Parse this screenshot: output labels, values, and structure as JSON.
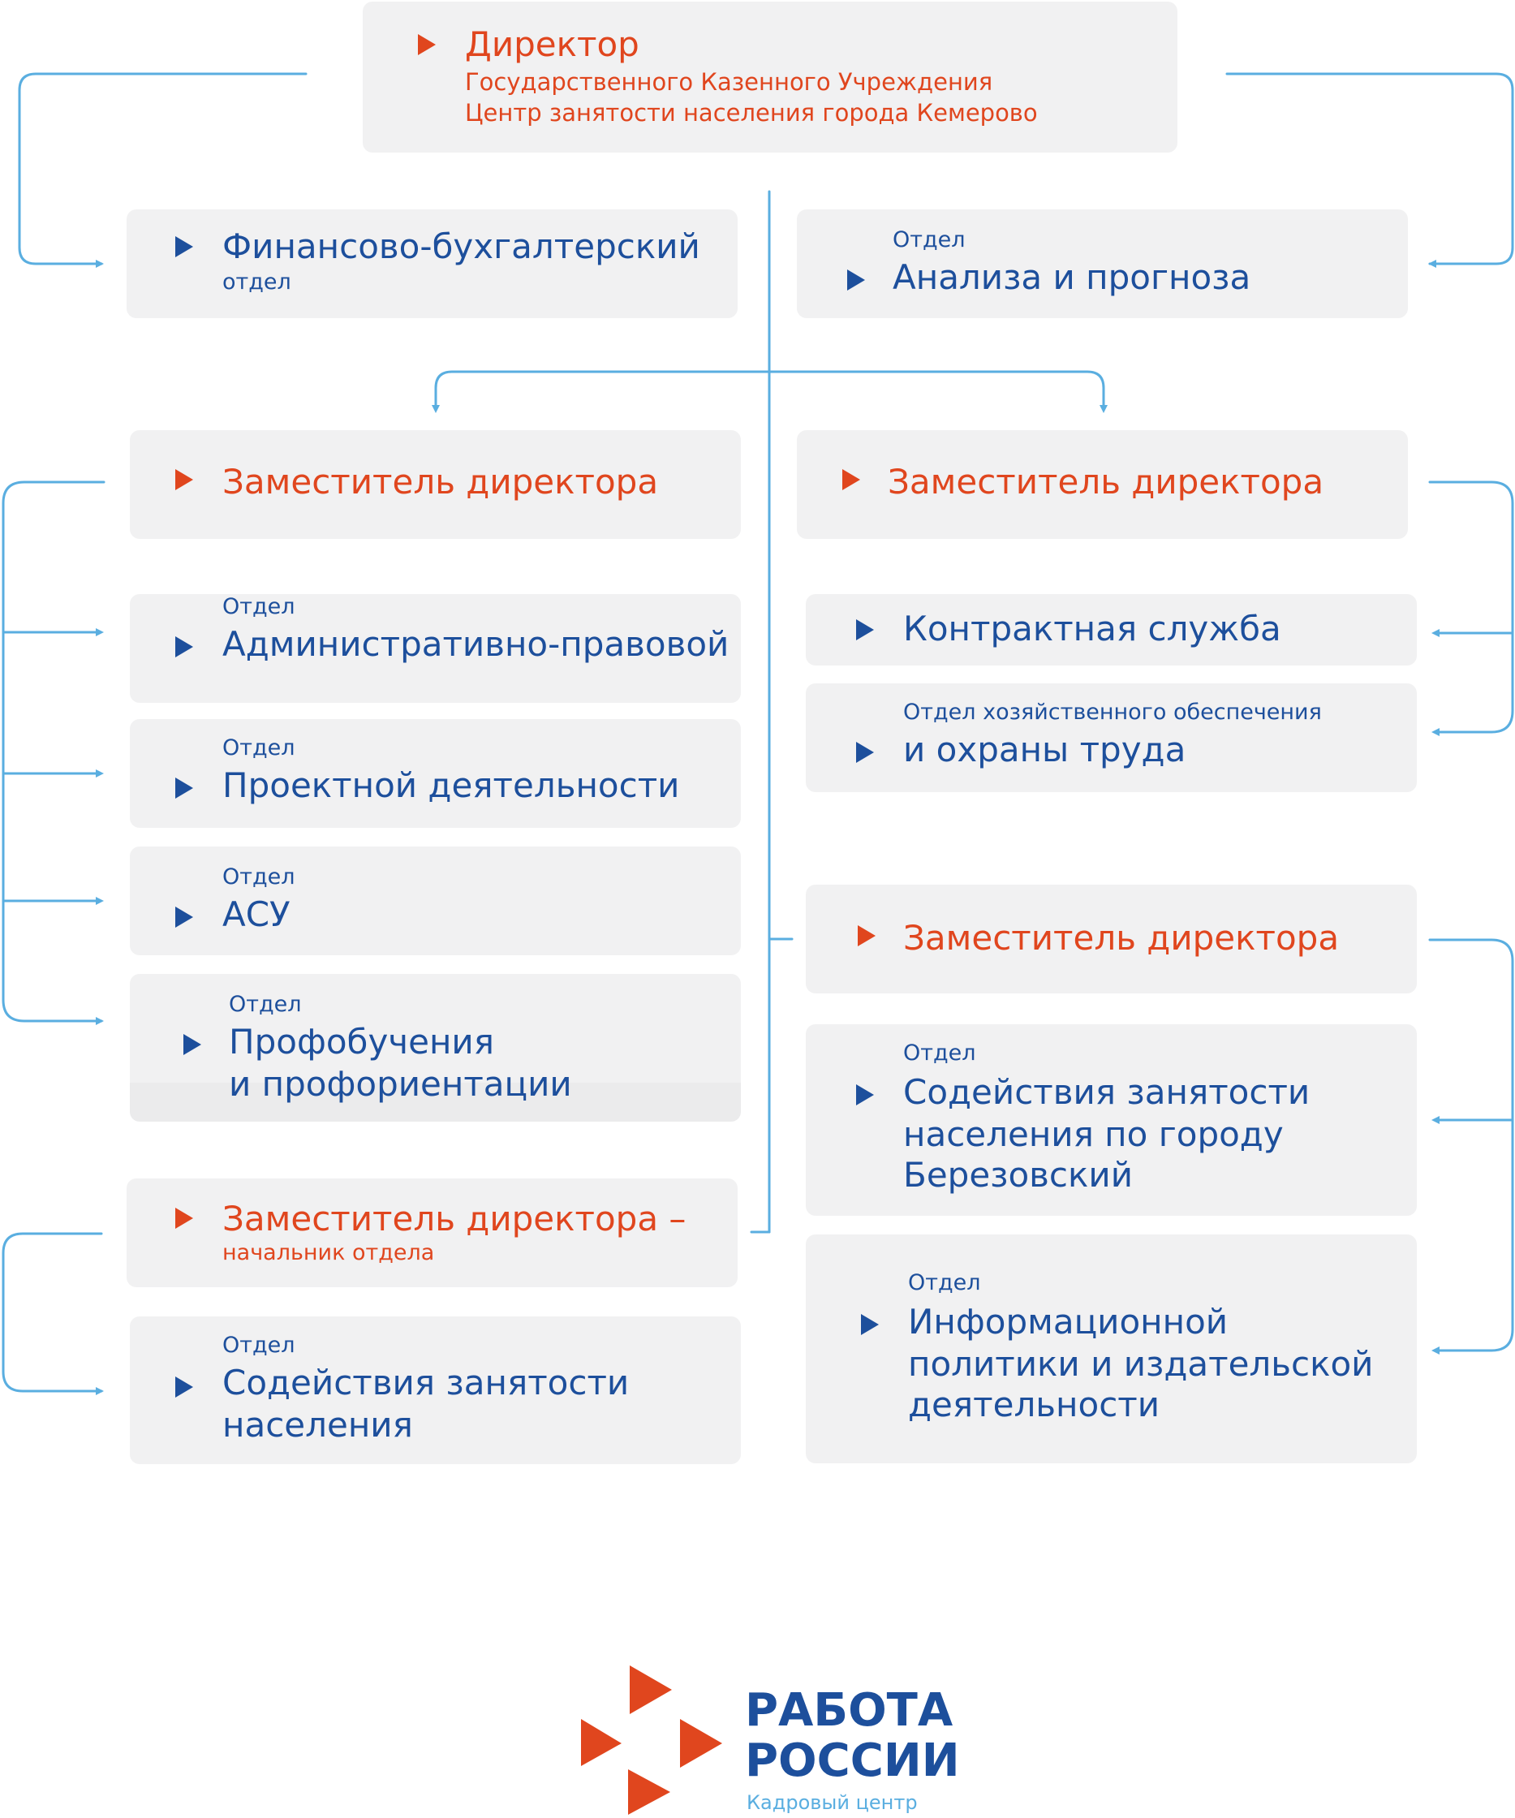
{
  "colors": {
    "box": "#f1f1f2",
    "blue": "#1d4f9c",
    "red": "#e0461e",
    "connector": "#5aaee0"
  },
  "director": {
    "title": "Директор",
    "line1": "Государственного Казенного Учреждения",
    "line2": "Центр занятости населения города Кемерово"
  },
  "finance": {
    "title": "Финансово-бухгалтерский",
    "sub": "отдел"
  },
  "analysis": {
    "pre": "Отдел",
    "title": "Анализа и прогноза"
  },
  "deputy_left": {
    "title": "Заместитель директора"
  },
  "deputy_right_top": {
    "title": "Заместитель директора"
  },
  "deputy_right_bottom": {
    "title": "Заместитель директора"
  },
  "deputy_head": {
    "title": "Заместитель директора –",
    "sub": "начальник отдела"
  },
  "left_departments": [
    {
      "pre": "Отдел",
      "title": "Административно-правовой"
    },
    {
      "pre": "Отдел",
      "title": "Проектной деятельности"
    },
    {
      "pre": "Отдел",
      "title": "АСУ"
    },
    {
      "pre": "Отдел",
      "line1": "Профобучения",
      "line2": "и профориентации"
    }
  ],
  "employment": {
    "pre": "Отдел",
    "line1": "Содействия занятости",
    "line2": "населения"
  },
  "contract": {
    "title": "Контрактная служба"
  },
  "household": {
    "pre": "Отдел хозяйственного обеспечения",
    "title": "и охраны труда"
  },
  "berezovsky": {
    "pre": "Отдел",
    "line1": "Содействия занятости",
    "line2": "населения по городу",
    "line3": "Березовский"
  },
  "info_policy": {
    "pre": "Отдел",
    "line1": "Информационной",
    "line2": "политики и издательской",
    "line3": "деятельности"
  },
  "logo": {
    "line1": "РАБОТА",
    "line2": "РОССИИ",
    "caption": "Кадровый центр",
    "icon": "rabota-rossii-arrows-icon"
  }
}
